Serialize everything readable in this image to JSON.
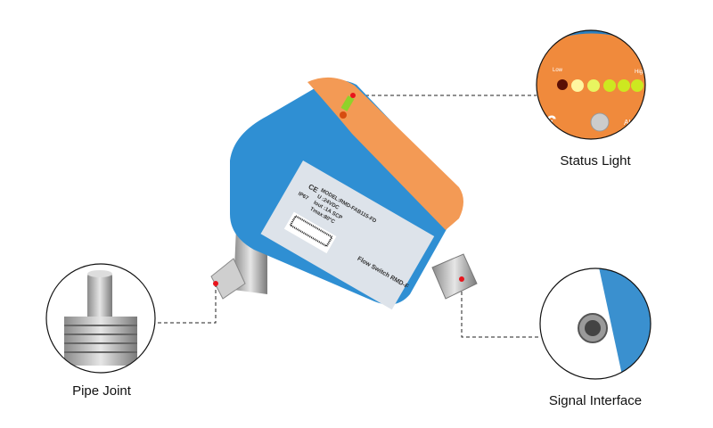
{
  "callouts": {
    "status_light": "Status Light",
    "pipe_joint": "Pipe Joint",
    "signal_interface": "Signal Interface"
  },
  "device_label": {
    "title": "Flow Switch RMD-F",
    "model": "MODEL:RMD-FAB115-FD",
    "voltage": "U  :24VDC",
    "current": "Iout :1A SCP",
    "tmax": "Tmax:80°C",
    "ip": "IP67",
    "ce": "CE"
  },
  "status_panel": {
    "low": "Low",
    "high": "High",
    "alarm": "AL"
  },
  "colors": {
    "body_blue": "#2f8fd3",
    "panel_orange": "#f08a3c",
    "marker_red": "#e8141c"
  }
}
